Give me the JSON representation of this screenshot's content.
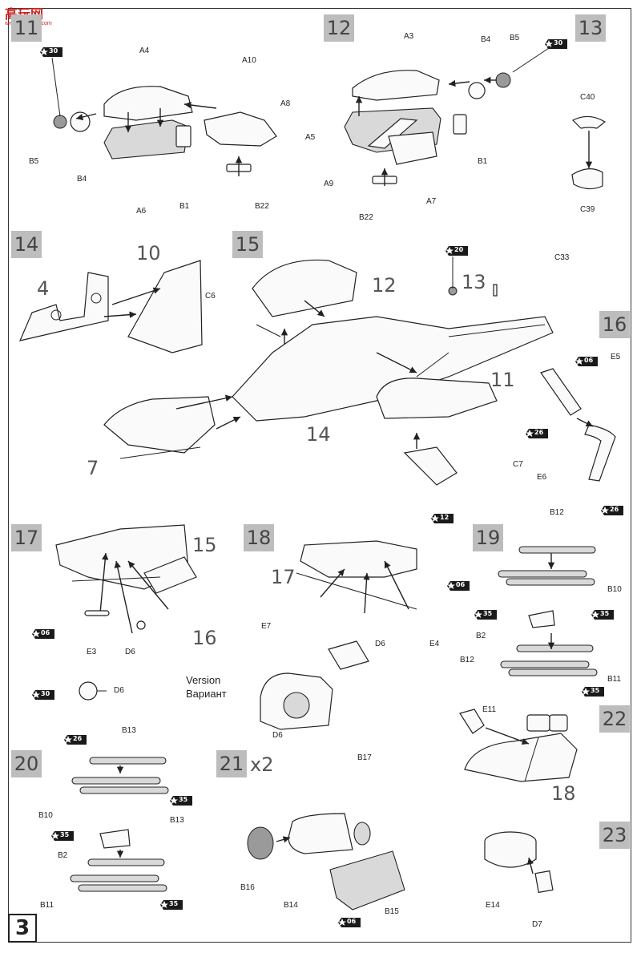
{
  "watermark": {
    "title": "高玩网",
    "subtitle": "www.gaoshou.com"
  },
  "page_number": "3",
  "steps": [
    "11",
    "12",
    "13",
    "14",
    "15",
    "16",
    "17",
    "18",
    "19",
    "20",
    "21",
    "22",
    "23"
  ],
  "step21_multiplier": "x2",
  "sub_refs": {
    "r10": "10",
    "r4": "4",
    "r12": "12",
    "r13": "13",
    "r11": "11",
    "r7": "7",
    "r14": "14",
    "r15a": "15",
    "r16": "16",
    "r17": "17",
    "r18": "18"
  },
  "version_label": {
    "en": "Version",
    "ru": "Вариант"
  },
  "paint_codes": {
    "c30": "30",
    "c20": "20",
    "c06": "06",
    "c26": "26",
    "c12": "12",
    "c35": "35"
  },
  "labels": {
    "A4": "A4",
    "A10": "A10",
    "A8": "A8",
    "B5": "B5",
    "B4": "B4",
    "A6": "A6",
    "B1": "B1",
    "B22": "B22",
    "A3": "A3",
    "A5": "A5",
    "A9": "A9",
    "A7": "A7",
    "C40": "C40",
    "C39": "C39",
    "C6": "C6",
    "C33": "C33",
    "C7": "C7",
    "E5": "E5",
    "E6": "E6",
    "E3": "E3",
    "D6": "D6",
    "E7": "E7",
    "E4": "E4",
    "B12": "B12",
    "B10": "B10",
    "B2": "B2",
    "B11": "B11",
    "B13": "B13",
    "B17": "B17",
    "B16": "B16",
    "B14": "B14",
    "B15": "B15",
    "E11": "E11",
    "E14": "E14",
    "D7": "D7"
  },
  "colors": {
    "step_box": "#bdbdbd",
    "star": "#1a1a1a",
    "watermark": "#d02020"
  }
}
